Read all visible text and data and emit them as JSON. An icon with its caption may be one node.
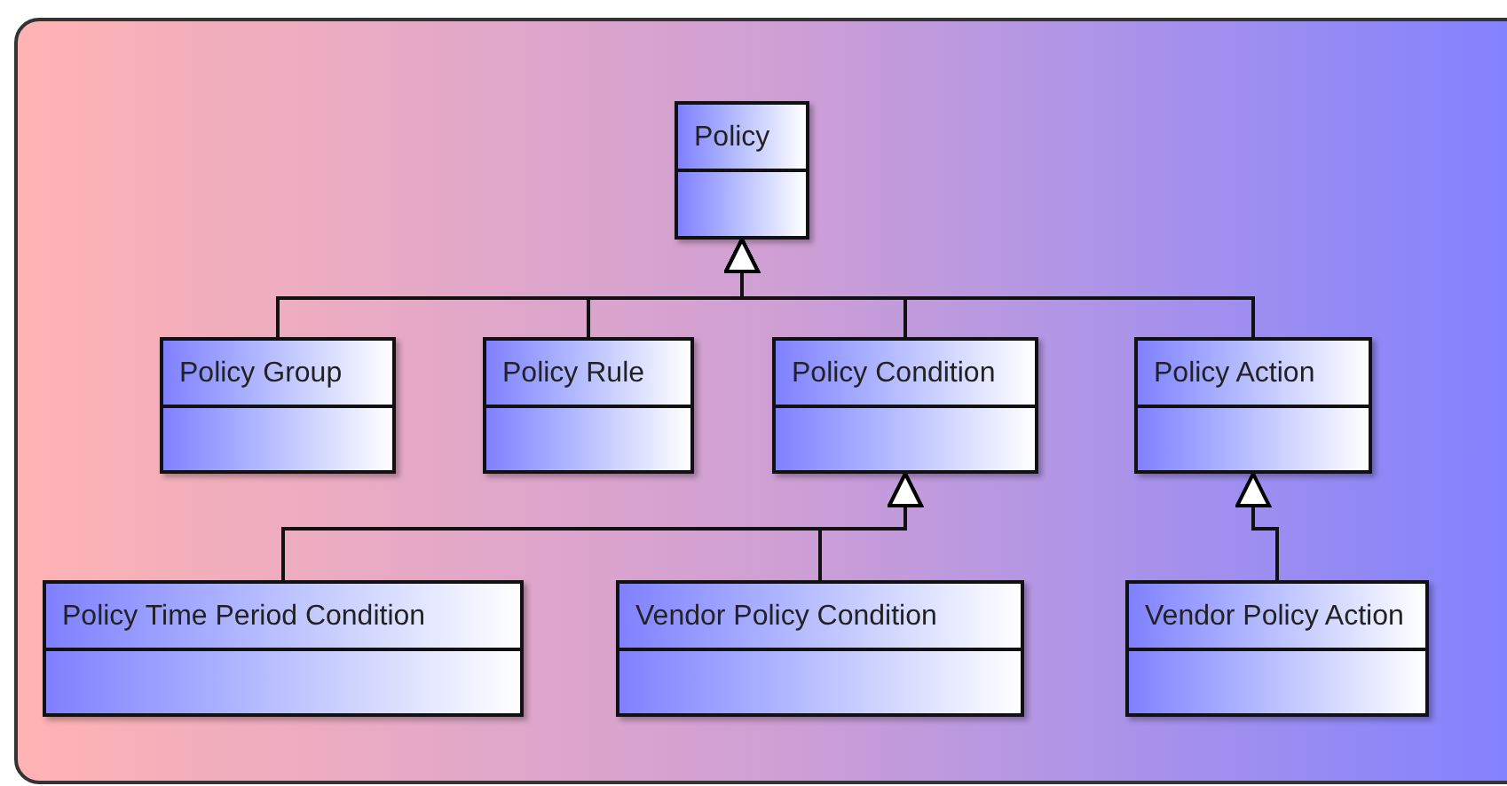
{
  "diagram": {
    "nodes": [
      {
        "text": [
          "Policy"
        ]
      },
      {
        "text": [
          "Policy Group"
        ]
      },
      {
        "text": [
          "Policy Rule"
        ]
      },
      {
        "text": [
          "Policy Condition"
        ]
      },
      {
        "text": [
          "Policy Action"
        ]
      },
      {
        "text": [
          "Policy Time Period Condition"
        ]
      },
      {
        "text": [
          "Vendor Policy Condition"
        ]
      },
      {
        "text": [
          "Vendor Policy Action"
        ]
      }
    ],
    "edges": [
      {
        "from": 1,
        "to": 0,
        "arrow": "to"
      },
      {
        "from": 2,
        "to": 0,
        "arrow": "to"
      },
      {
        "from": 3,
        "to": 0,
        "arrow": "to"
      },
      {
        "from": 4,
        "to": 0,
        "arrow": "to"
      },
      {
        "from": 5,
        "to": 3,
        "arrow": "to"
      },
      {
        "from": 6,
        "to": 3,
        "arrow": "to"
      },
      {
        "from": 7,
        "to": 4,
        "arrow": "to"
      }
    ]
  }
}
